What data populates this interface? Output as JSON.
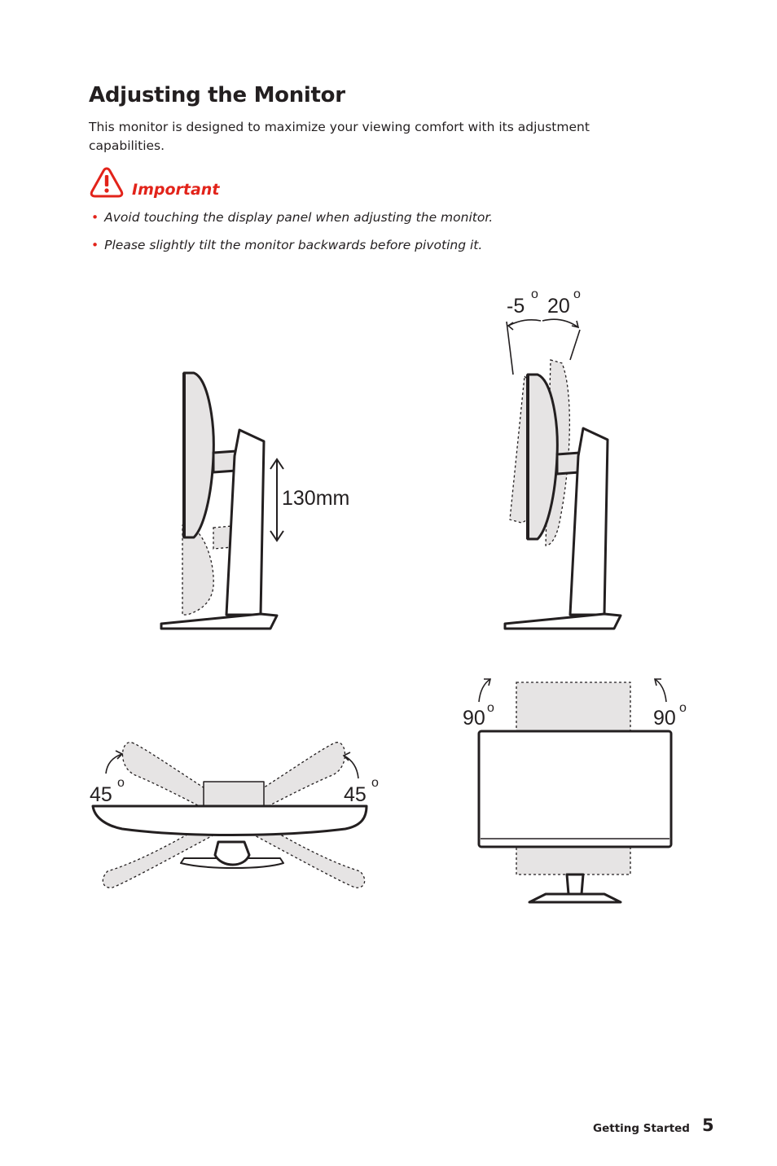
{
  "title": "Adjusting the Monitor",
  "intro": "This monitor is designed to maximize your viewing comfort with its adjustment capabilities.",
  "important": {
    "icon": "warning-icon",
    "label": "Important",
    "bullets": [
      "Avoid touching the display panel when adjusting the monitor.",
      "Please slightly tilt the monitor backwards before pivoting it."
    ]
  },
  "figures": {
    "height": {
      "label": "130mm"
    },
    "tilt": {
      "back_label": "-5",
      "forward_label": "20",
      "degree_mark": "o"
    },
    "swivel": {
      "left_label": "45",
      "right_label": "45",
      "degree_mark": "o"
    },
    "pivot": {
      "left_label": "90",
      "right_label": "90",
      "degree_mark": "o"
    }
  },
  "colors": {
    "accent": "#e2231a",
    "text": "#231f20",
    "ghost_fill": "#e6e4e4"
  },
  "footer": {
    "section": "Getting Started",
    "page": "5"
  }
}
